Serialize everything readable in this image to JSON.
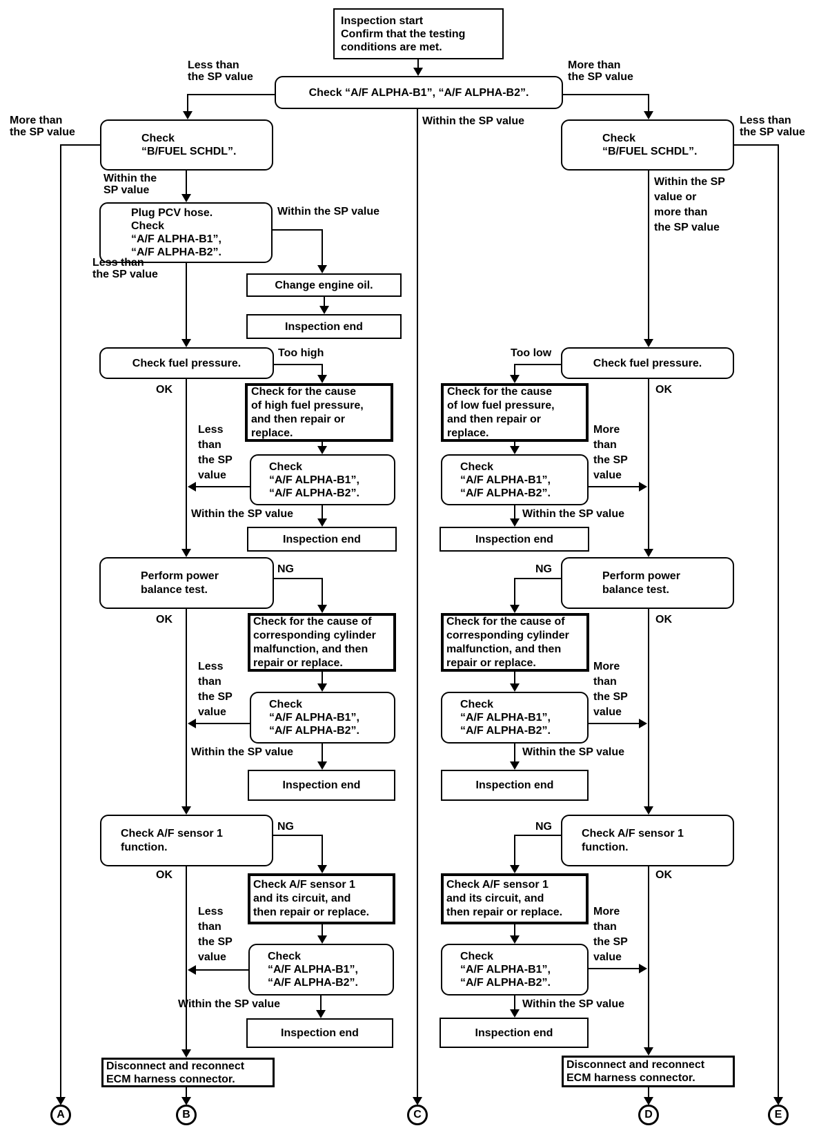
{
  "boxes": {
    "start": [
      "Inspection start",
      "Confirm that the testing",
      "conditions are met."
    ],
    "check_af_wide": "Check “A/F ALPHA-B1”, “A/F ALPHA-B2”.",
    "bfuel": [
      "Check",
      "“B/FUEL SCHDL”."
    ],
    "plug_pcv": [
      "Plug PCV hose.",
      "Check",
      "“A/F ALPHA-B1”,",
      "“A/F ALPHA-B2”."
    ],
    "change_oil": "Change engine oil.",
    "inspection_end": "Inspection end",
    "check_fuel": "Check fuel pressure.",
    "cause_high": [
      "Check for the cause",
      "of high fuel pressure,",
      "and then repair or",
      "replace."
    ],
    "cause_low": [
      "Check for the cause",
      "of low fuel pressure,",
      "and then repair or",
      "replace."
    ],
    "check_af": [
      "Check",
      "“A/F ALPHA-B1”,",
      "“A/F ALPHA-B2”."
    ],
    "power_balance": [
      "Perform power",
      "balance test."
    ],
    "cause_cylinder": [
      "Check for the cause of",
      "corresponding cylinder",
      "malfunction, and then",
      "repair or replace."
    ],
    "sensor_function": [
      "Check A/F sensor 1",
      "function."
    ],
    "sensor_circuit": [
      "Check A/F sensor 1",
      "and its circuit, and",
      "then repair or replace."
    ],
    "disconnect_ecm": [
      "Disconnect and reconnect",
      "ECM harness connector."
    ]
  },
  "labels": {
    "less_than": [
      "Less than",
      "the SP value"
    ],
    "more_than": [
      "More than",
      "the SP value"
    ],
    "within_2l": [
      "Within the",
      "SP value"
    ],
    "within_or_more": [
      "Within the SP",
      "value or",
      "more than",
      "the SP value"
    ],
    "within_sp": "Within the SP value",
    "less_sp_4l": [
      "Less",
      "than",
      "the SP",
      "value"
    ],
    "more_sp_4l": [
      "More",
      "than",
      "the SP",
      "value"
    ],
    "too_high": "Too high",
    "too_low": "Too low",
    "ok": "OK",
    "ng": "NG"
  },
  "terminals": {
    "a": "A",
    "b": "B",
    "c": "C",
    "d": "D",
    "e": "E"
  },
  "colors": {
    "line": "#000000",
    "background": "#ffffff"
  }
}
